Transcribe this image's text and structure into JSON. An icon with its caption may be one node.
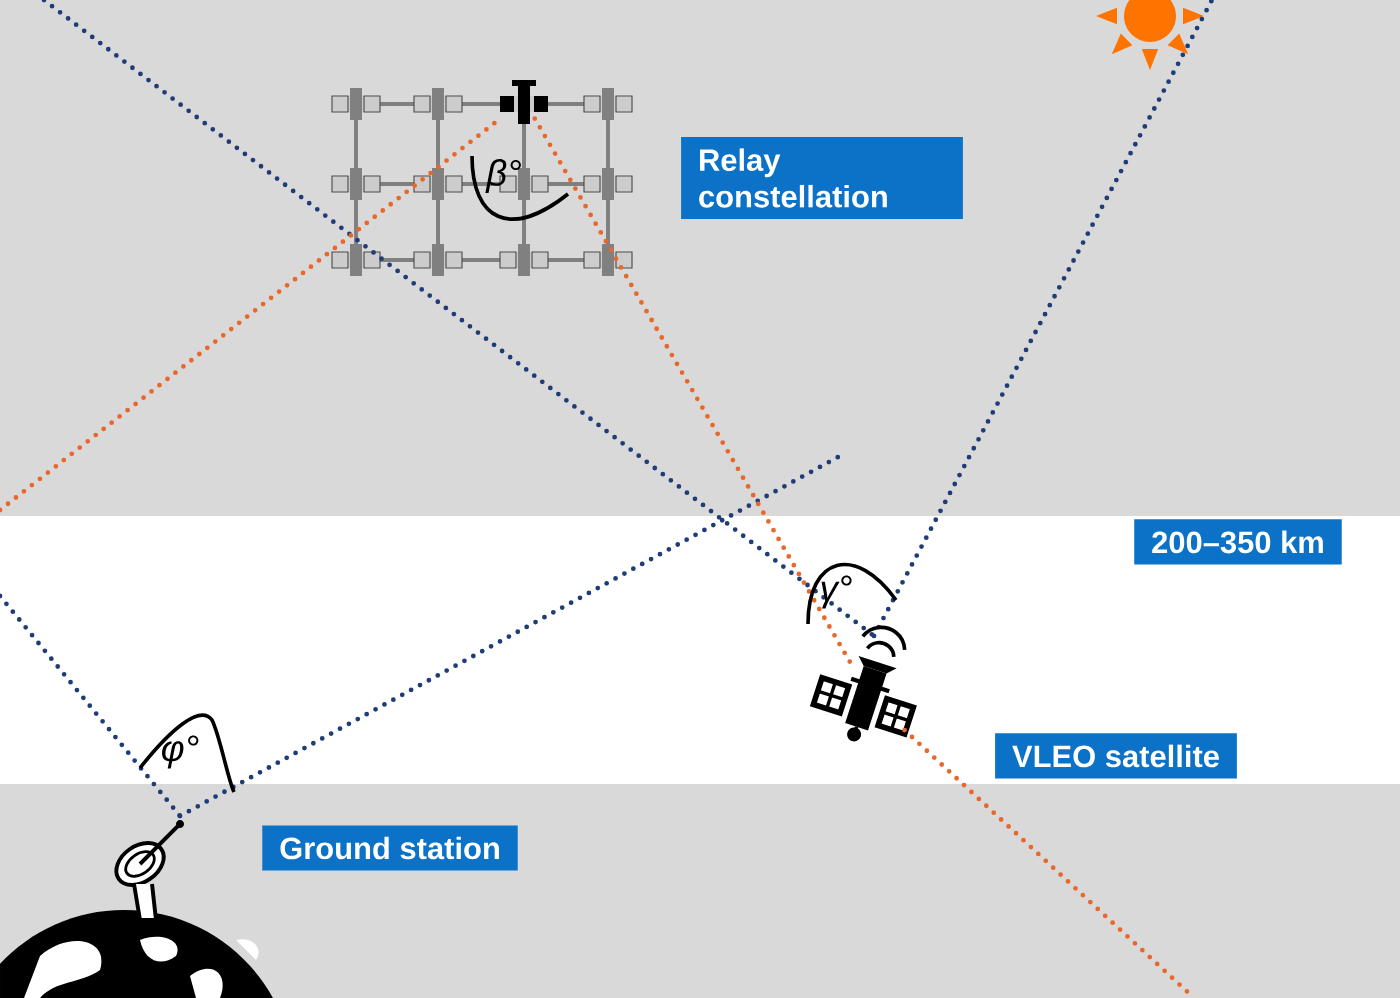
{
  "diagram": {
    "nodes": [
      {
        "text": [
          "Relay constellation"
        ]
      },
      {
        "text": [
          "200–350 km"
        ]
      },
      {
        "text": [
          "VLEO satellite"
        ]
      },
      {
        "text": [
          "Ground station"
        ]
      },
      {
        "text": [],
        "shape": "picture"
      },
      {
        "text": [],
        "shape": "picture"
      },
      {
        "text": [],
        "shape": "picture"
      }
    ],
    "edges": [
      {
        "from": 4,
        "to": 5,
        "arrow": "none",
        "color": "#e8672a"
      }
    ],
    "labels": [
      "β°",
      "γ°",
      "φ°"
    ]
  }
}
